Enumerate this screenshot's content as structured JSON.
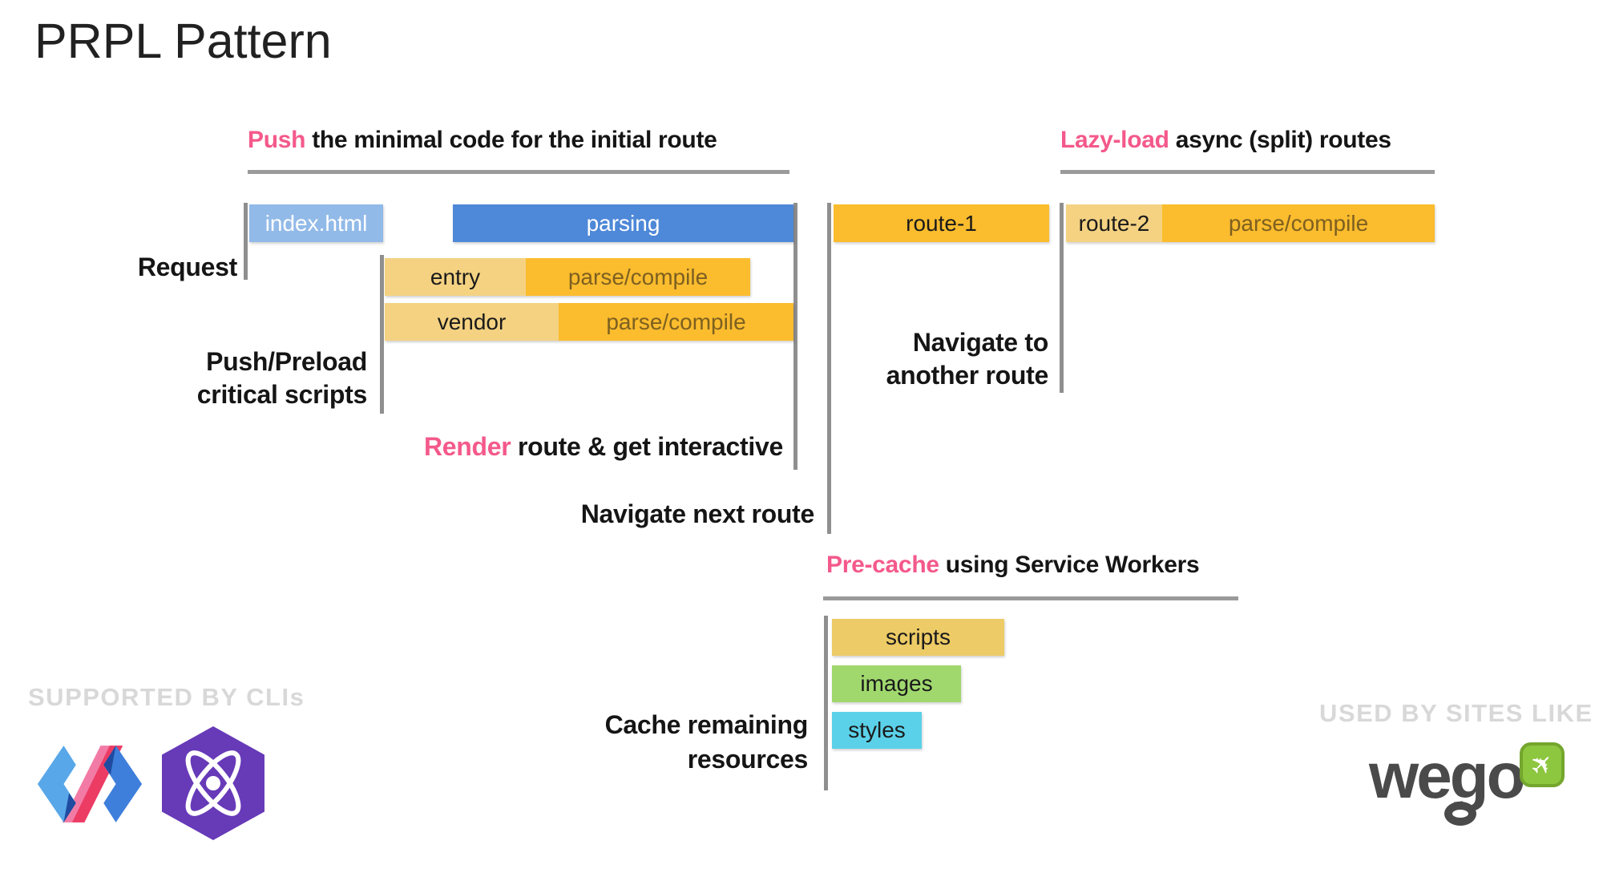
{
  "title": "PRPL Pattern",
  "headings": {
    "push": {
      "highlight": "Push",
      "rest": " the minimal code for the initial route"
    },
    "lazy": {
      "highlight": "Lazy-load",
      "rest": " async (split) routes"
    },
    "precache": {
      "highlight": "Pre-cache",
      "rest": " using Service Workers"
    }
  },
  "row_labels": {
    "request": "Request",
    "push_preload_line1": "Push/Preload",
    "push_preload_line2": "critical scripts",
    "render_highlight": "Render",
    "render_rest": " route & get interactive",
    "navigate_next": "Navigate next route",
    "navigate_another_line1": "Navigate to",
    "navigate_another_line2": "another route",
    "cache_line1": "Cache remaining",
    "cache_line2": "resources"
  },
  "bars": {
    "index_html": "index.html",
    "parsing": "parsing",
    "entry": "entry",
    "vendor": "vendor",
    "parse_compile": "parse/compile",
    "route1": "route-1",
    "route2": "route-2",
    "scripts": "scripts",
    "images": "images",
    "styles": "styles"
  },
  "footer": {
    "supported_by": "SUPPORTED BY CLIs",
    "used_by": "USED BY SITES LIKE",
    "wego_wordmark": "wego",
    "logo_icons": [
      "polymer-logo",
      "preact-logo",
      "wego-plane-icon"
    ]
  },
  "colors": {
    "pink": "#F4598B",
    "blue": "#4E88D8",
    "light_blue": "#92BAE8",
    "orange": "#FBBC2E",
    "light_yellow": "#F4D282",
    "gold": "#EDCB66",
    "green": "#A0D86E",
    "cyan": "#5BD1E9",
    "tick_gray": "#8F8F8F",
    "watermark_gray": "#D8D8D8",
    "preact_purple": "#673AB8",
    "wego_green": "#8DC63F",
    "wego_text": "#4A4A4A"
  }
}
